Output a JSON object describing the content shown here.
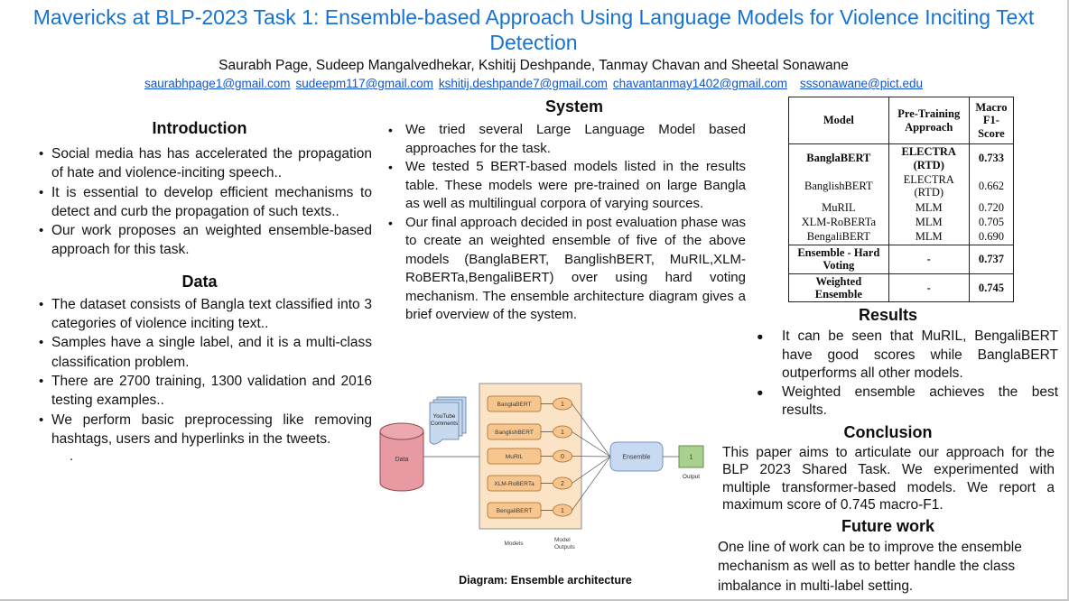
{
  "header": {
    "title": "Mavericks at BLP-2023 Task 1: Ensemble-based Approach Using Language Models for Violence Inciting Text Detection",
    "authors": "Saurabh Page, Sudeep Mangalvedhekar, Kshitij Deshpande, Tanmay Chavan and Sheetal Sonawane",
    "emails": [
      "saurabhpage1@gmail.com",
      "sudeepm117@gmail.com",
      "kshitij.deshpande7@gmail.com",
      "chavantanmay1402@gmail.com",
      "sssonawane@pict.edu"
    ]
  },
  "sections": {
    "introduction": {
      "heading": "Introduction",
      "bullets": [
        "Social media has has accelerated the propagation of hate and violence-inciting speech..",
        "It is essential to develop efficient mechanisms to detect and curb the propagation of such texts..",
        "Our work proposes an weighted ensemble-based approach for this task."
      ]
    },
    "data": {
      "heading": "Data",
      "bullets": [
        "The dataset consists of Bangla text classified into 3 categories of violence inciting text..",
        "Samples have a single label, and it is a multi-class classification problem.",
        "There are 2700 training, 1300 validation and 2016 testing examples..",
        "We perform basic preprocessing like removing hashtags, users and hyperlinks in the tweets."
      ],
      "stray": "."
    },
    "system": {
      "heading": "System",
      "bullets": [
        "We tried several Large Language Model based approaches for the task.",
        "We tested 5 BERT-based models listed in the results table. These models were pre-trained on large Bangla as well as multilingual corpora of varying sources.",
        "Our final approach decided in post evaluation phase was to create an weighted ensemble of five of the above models (BanglaBERT, BanglishBERT, MuRIL,XLM-RoBERTa,BengaliBERT) over using hard voting mechanism. The ensemble architecture diagram gives a brief overview of the system."
      ]
    },
    "results": {
      "heading": "Results",
      "bullets": [
        "It can be seen that MuRIL, BengaliBERT have good scores while BanglaBERT outperforms all other models.",
        "Weighted ensemble achieves the best results."
      ]
    },
    "conclusion": {
      "heading": "Conclusion",
      "text": "This paper aims to articulate our approach for the BLP 2023 Shared Task. We experimented with multiple transformer-based models. We report a maximum score of 0.745 macro-F1."
    },
    "future_work": {
      "heading": "Future work",
      "text": "One line of work can be to improve the ensemble mechanism as well as to better handle the class imbalance in multi-label setting."
    }
  },
  "table": {
    "headers": [
      "Model",
      "Pre-Training Approach",
      "Macro F1-Score"
    ],
    "rows": [
      {
        "model": "BanglaBERT",
        "approach": "ELECTRA (RTD)",
        "score": "0.733"
      },
      {
        "model": "BanglishBERT",
        "approach": "ELECTRA (RTD)",
        "score": "0.662"
      },
      {
        "model": "MuRIL",
        "approach": "MLM",
        "score": "0.720"
      },
      {
        "model": "XLM-RoBERTa",
        "approach": "MLM",
        "score": "0.705"
      },
      {
        "model": "BengaliBERT",
        "approach": "MLM",
        "score": "0.690"
      },
      {
        "model": "Ensemble - Hard Voting",
        "approach": "-",
        "score": "0.737"
      },
      {
        "model": "Weighted Ensemble",
        "approach": "-",
        "score": "0.745"
      }
    ]
  },
  "diagram": {
    "data_label": "Data",
    "source_label_lines": [
      "YouTube",
      "Comments"
    ],
    "models": [
      {
        "name": "BanglaBERT",
        "output": "1"
      },
      {
        "name": "BanglishBERT",
        "output": "1"
      },
      {
        "name": "MuRIL",
        "output": "0"
      },
      {
        "name": "XLM-RoBERTa",
        "output": "2"
      },
      {
        "name": "BengaliBERT",
        "output": "1"
      }
    ],
    "ensemble_label": "Ensemble",
    "output_value": "1",
    "output_label": "Output",
    "models_caption": "Models",
    "outputs_caption_lines": [
      "Model",
      "Outputs"
    ],
    "caption": "Diagram: Ensemble architecture"
  },
  "colors": {
    "title_blue": "#1673d1",
    "link_blue": "#1155cc",
    "cylinder_fill": "#e89aa3",
    "cylinder_stroke": "#8f4a52",
    "document_fill": "#c6d9ee",
    "document_stroke": "#5d7a9b",
    "container_fill": "#fbe3c5",
    "container_stroke": "#8d8d8d",
    "model_box_fill": "#f7c68e",
    "model_box_stroke": "#bd8040",
    "ensemble_fill": "#c8daf2",
    "ensemble_stroke": "#7291c2",
    "output_fill": "#a9d08e",
    "output_stroke": "#638c4a"
  }
}
